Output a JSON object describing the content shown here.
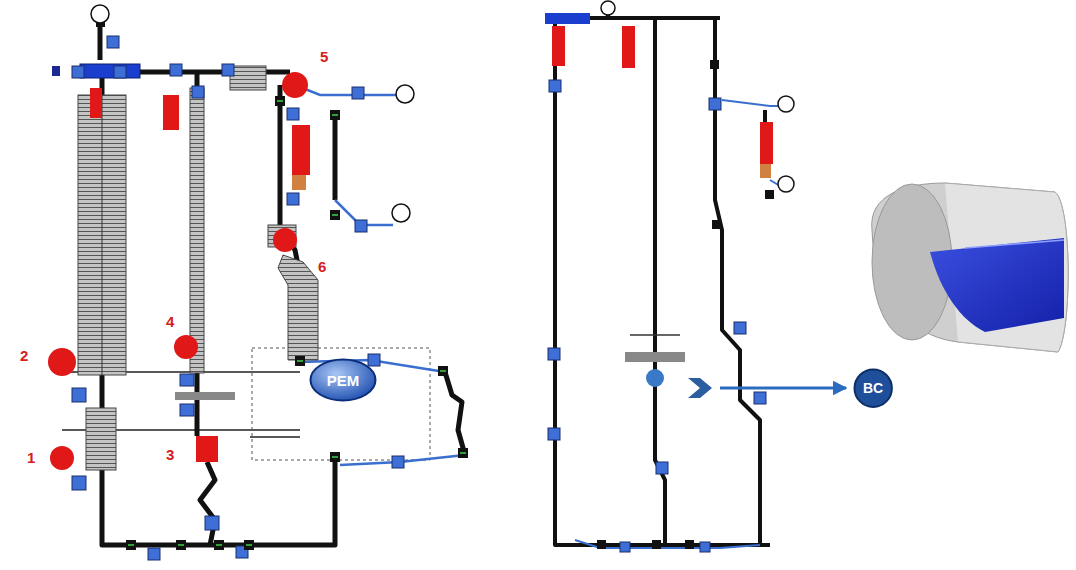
{
  "diagram": {
    "nodes": [
      {
        "text": [
          "PEM"
        ]
      },
      {
        "text": [
          "BC"
        ]
      }
    ],
    "labels": [
      "5",
      "6",
      "4",
      "2",
      "3",
      "1"
    ]
  }
}
